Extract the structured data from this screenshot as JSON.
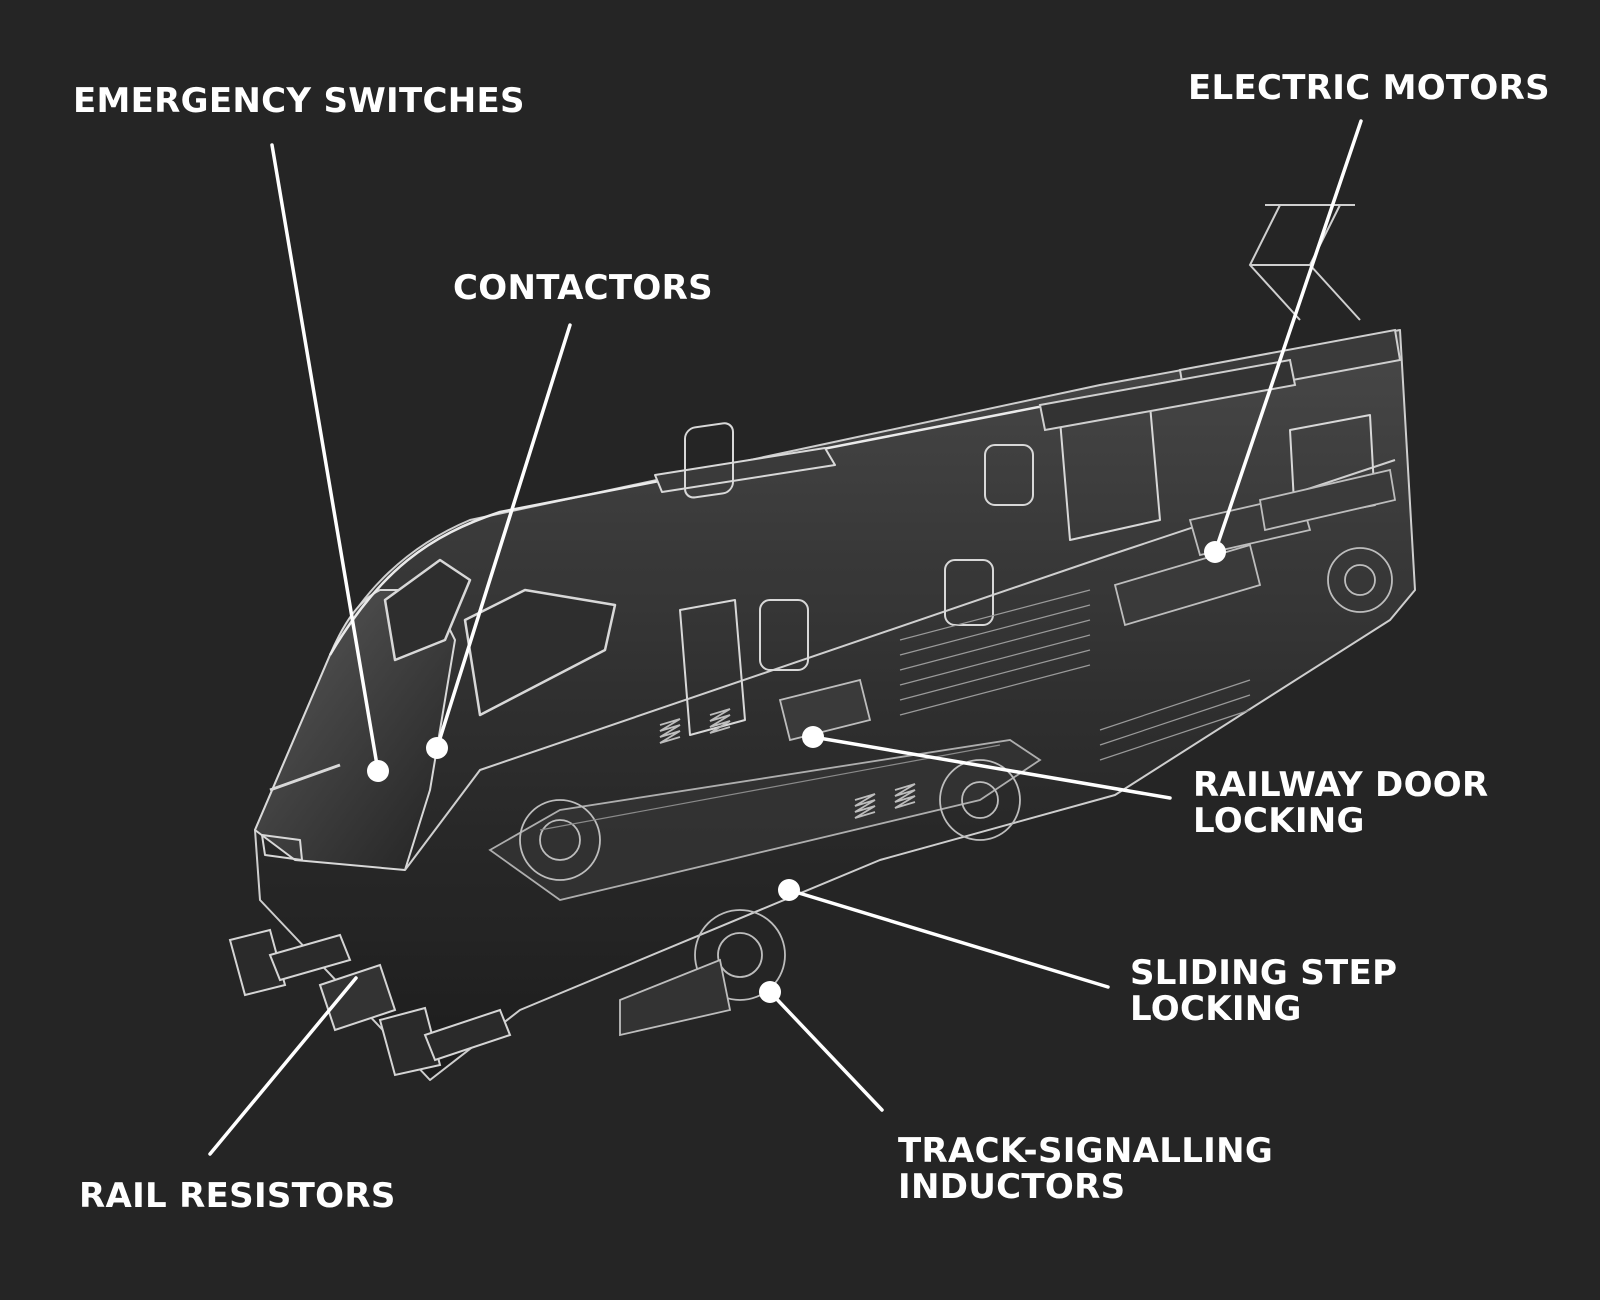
{
  "diagram": {
    "background_color": "#252525",
    "line_color": "#ffffff",
    "callouts": [
      {
        "id": "emergency-switches",
        "lines": [
          "EMERGENCY SWITCHES"
        ]
      },
      {
        "id": "contactors",
        "lines": [
          "CONTACTORS"
        ]
      },
      {
        "id": "electric-motors",
        "lines": [
          "ELECTRIC MOTORS"
        ]
      },
      {
        "id": "railway-door-locking",
        "lines": [
          "RAILWAY DOOR",
          "LOCKING"
        ]
      },
      {
        "id": "sliding-step-locking",
        "lines": [
          "SLIDING STEP",
          "LOCKING"
        ]
      },
      {
        "id": "track-signalling-inductors",
        "lines": [
          "TRACK-SIGNALLING",
          "INDUCTORS"
        ]
      },
      {
        "id": "rail-resistors",
        "lines": [
          "RAIL RESISTORS"
        ]
      }
    ]
  }
}
